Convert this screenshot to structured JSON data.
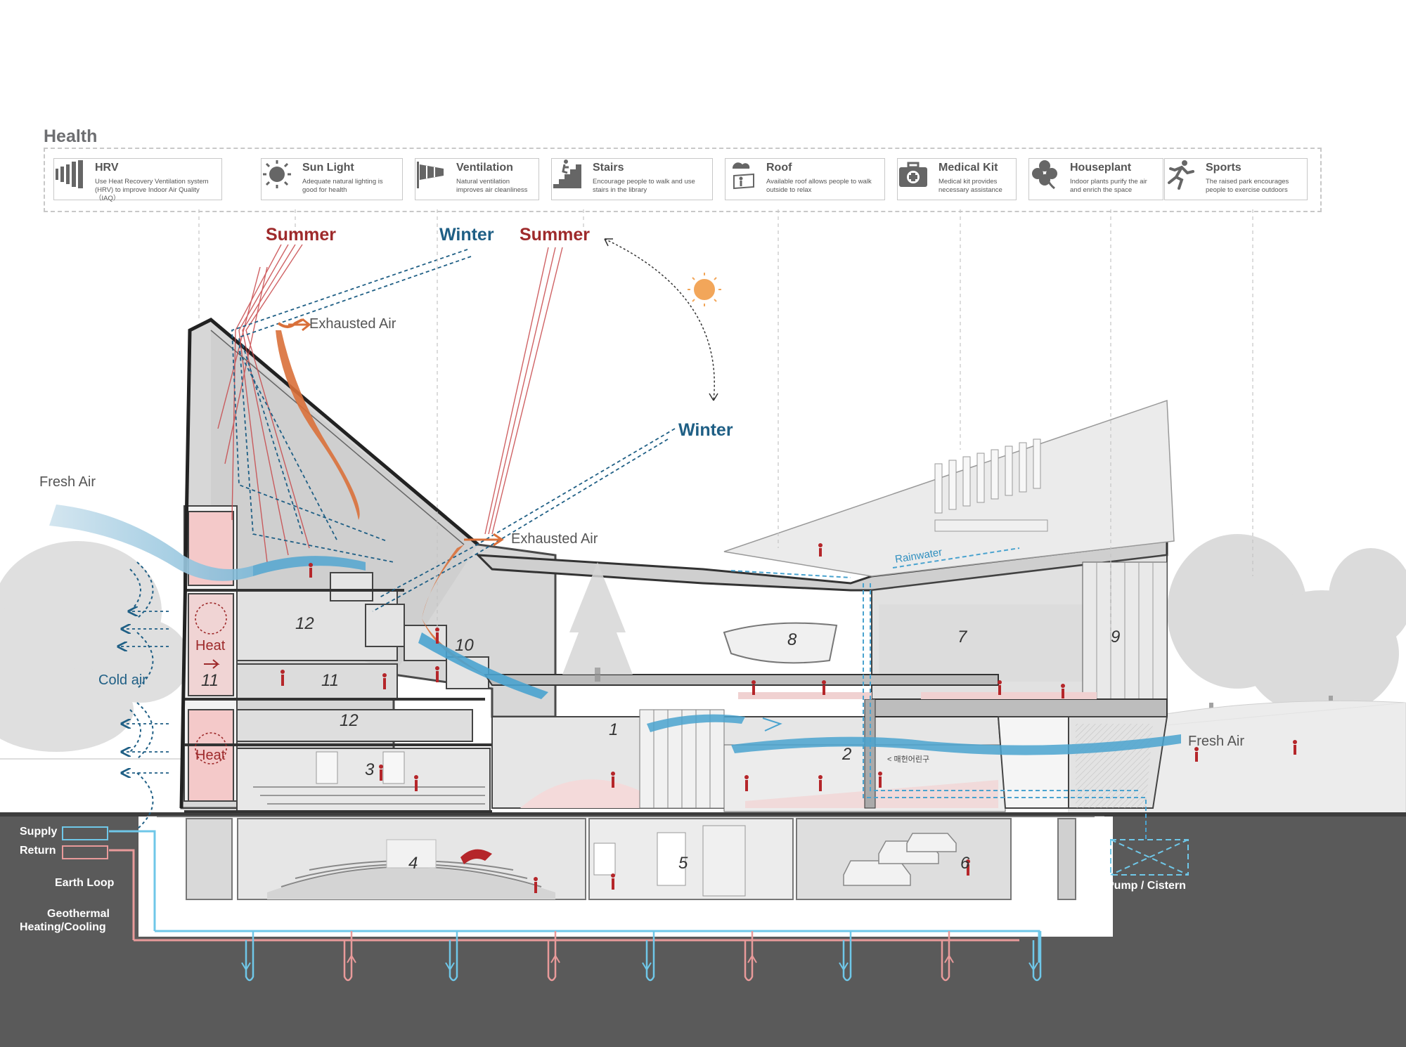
{
  "health": {
    "title": "Health",
    "items": [
      {
        "icon": "hrv-icon",
        "title": "HRV",
        "desc": "Use Heat Recovery Ventilation system (HRV) to improve Indoor Air Quality（IAQ）"
      },
      {
        "icon": "sun-icon",
        "title": "Sun Light",
        "desc": "Adequate natural lighting is good for health"
      },
      {
        "icon": "windsock-icon",
        "title": "Ventilation",
        "desc": "Natural ventilation improves air cleanliness"
      },
      {
        "icon": "stairs-icon",
        "title": "Stairs",
        "desc": "Encourage people to walk and use stairs in the library"
      },
      {
        "icon": "roof-icon",
        "title": "Roof",
        "desc": "Available roof allows people to walk outside to relax"
      },
      {
        "icon": "medical-kit-icon",
        "title": "Medical Kit",
        "desc": "Medical kit provides necessary assistance"
      },
      {
        "icon": "clover-icon",
        "title": "Houseplant",
        "desc": "Indoor plants purify the air and enrich the space"
      },
      {
        "icon": "runner-icon",
        "title": "Sports",
        "desc": "The raised park encourages people to exercise outdoors"
      }
    ]
  },
  "labels": {
    "summer": "Summer",
    "winter": "Winter",
    "exhausted_air": "Exhausted Air",
    "fresh_air": "Fresh Air",
    "cold_air": "Cold air",
    "heat": "Heat",
    "rainwater": "Rainwater",
    "supply": "Supply",
    "return": "Return",
    "earth_loop": "Earth Loop",
    "geothermal_1": "Geothermal",
    "geothermal_2": "Heating/Cooling",
    "pump": "Pump / Cistern",
    "korean_sign": "< 매헌어린구"
  },
  "spaces": [
    "1",
    "2",
    "3",
    "4",
    "5",
    "6",
    "7",
    "8",
    "9",
    "10",
    "11",
    "11",
    "12",
    "12"
  ],
  "colors": {
    "summer_red": "#9e2a2b",
    "winter_blue": "#1f5f85",
    "warm_orange": "#d9703a",
    "cool_blue": "#4aa3cf",
    "supply_cyan": "#6fc7e8",
    "return_pink": "#e89a9a",
    "ground": "#5a5a5a",
    "sun": "#f2a65a"
  }
}
